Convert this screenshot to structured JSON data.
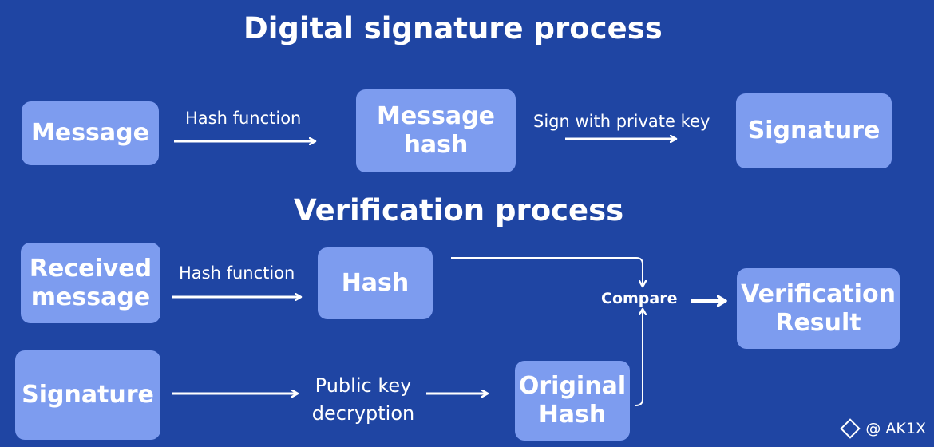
{
  "titles": {
    "signing": "Digital signature process",
    "verification": "Verification process"
  },
  "signing": {
    "message": "Message",
    "hash_function_label": "Hash function",
    "message_hash_line1": "Message",
    "message_hash_line2": "hash",
    "sign_label": "Sign with private key",
    "signature": "Signature"
  },
  "verification": {
    "received_line1": "Received",
    "received_line2": "message",
    "hash_function_label": "Hash function",
    "hash": "Hash",
    "signature": "Signature",
    "public_key_line1": "Public key",
    "public_key_line2": "decryption",
    "original_line1": "Original",
    "original_line2": "Hash",
    "compare": "Compare",
    "result_line1": "Verification",
    "result_line2": "Result"
  },
  "watermark": {
    "text": "@ AK1X"
  },
  "colors": {
    "background": "#1f45a3",
    "box": "#7d9cef",
    "text": "#ffffff"
  }
}
